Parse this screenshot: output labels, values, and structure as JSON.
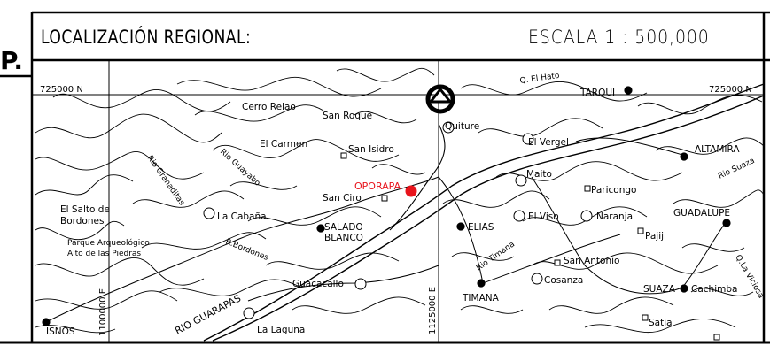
{
  "header": {
    "left_fragment": "P.",
    "title": "LOCALIZACIÓN REGIONAL:",
    "scale": "ESCALA 1 : 500,000"
  },
  "coords": {
    "north_top_left": "725000 N",
    "north_top_right": "725000 N",
    "east_left": "1100000 E",
    "east_center": "1125000 E"
  },
  "highlight": {
    "name": "OPORAPA",
    "color": "#e8141c"
  },
  "places": {
    "cerro_relao": "Cerro Relao",
    "san_roque": "San Roque",
    "quiture": "Quiture",
    "el_vergel": "El Vergel",
    "q_el_hato": "Q. El Hato",
    "tarqui": "TARQUI",
    "altamira": "ALTAMIRA",
    "rio_suaza": "Rio Suaza",
    "el_carmen": "El Carmen",
    "san_isidro": "San Isidro",
    "maito": "Maito",
    "paricongo": "Paricongo",
    "rio_granaditas": "Rio Granaditas",
    "rio_guayabo": "Rio Guayabo",
    "san_ciro": "San Ciro",
    "la_cabana": "La Cabaña",
    "salado_blanco": "SALADO",
    "salado_blanco2": "BLANCO",
    "elias": "ELIAS",
    "el_viso": "El Viso",
    "naranjal": "Naranjal",
    "guadalupe": "GUADALUPE",
    "pajiji": "Pajiji",
    "el_salto_1": "El Salto de",
    "el_salto_2": "Bordones",
    "parque_1": "Parque Arqueológico",
    "parque_2": "Alto de las Piedras",
    "r_bordones": "R.Bordones",
    "rio_timana": "Rio Timana",
    "san_antonio": "San Antonio",
    "guacacallo": "Guacacallo",
    "cosanza": "Cosanza",
    "suaza": "SUAZA",
    "cachimba": "Cachimba",
    "q_la_viciosa": "Q.La Viciosa",
    "timana": "TIMANA",
    "rio_guarapas": "RIO GUARAPAS",
    "la_laguna": "La Laguna",
    "satia": "Satia",
    "isnos": "ISNOS"
  }
}
